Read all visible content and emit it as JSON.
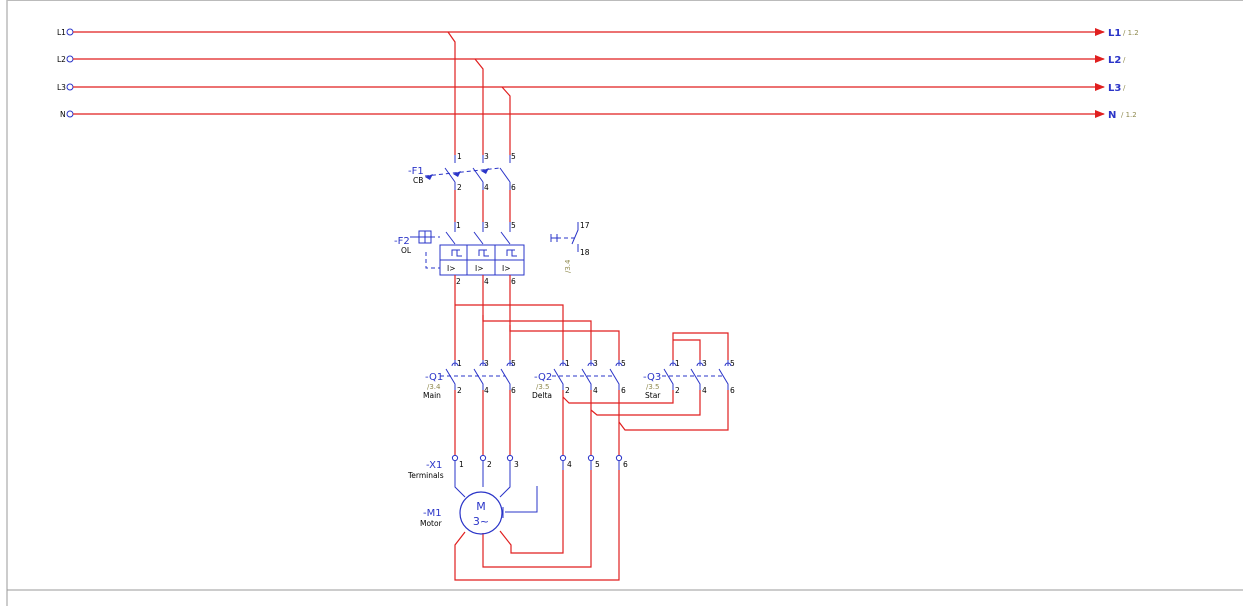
{
  "busbars": [
    {
      "name": "L1",
      "label": "L1",
      "ref": "/ 1.2"
    },
    {
      "name": "L2",
      "label": "L2",
      "ref": "/"
    },
    {
      "name": "L3",
      "label": "L3",
      "ref": "/"
    },
    {
      "name": "N",
      "label": "N",
      "ref": "/ 1.2"
    }
  ],
  "colors": {
    "wire": "#e01f1f",
    "symbol": "#2a34c8",
    "reference": "#8f8a4f"
  },
  "components": {
    "f1": {
      "tag": "-F1",
      "desc": "CB",
      "top": [
        "1",
        "3",
        "5"
      ],
      "bottom": [
        "2",
        "4",
        "6"
      ]
    },
    "f2": {
      "tag": "-F2",
      "desc": "OL",
      "top": [
        "1",
        "3",
        "5"
      ],
      "bottom": [
        "2",
        "4",
        "6"
      ],
      "trip": "I>",
      "aux_top": "17",
      "aux_bottom": "18",
      "aux_ref": "/3.4"
    },
    "q1": {
      "tag": "-Q1",
      "ref": "/3.4",
      "desc": "Main",
      "top": [
        "1",
        "3",
        "5"
      ],
      "bottom": [
        "2",
        "4",
        "6"
      ]
    },
    "q2": {
      "tag": "-Q2",
      "ref": "/3.5",
      "desc": "Delta",
      "top": [
        "1",
        "3",
        "5"
      ],
      "bottom": [
        "2",
        "4",
        "6"
      ]
    },
    "q3": {
      "tag": "-Q3",
      "ref": "/3.5",
      "desc": "Star",
      "top": [
        "1",
        "3",
        "5"
      ],
      "bottom": [
        "2",
        "4",
        "6"
      ]
    },
    "x1": {
      "tag": "-X1",
      "desc": "Terminals",
      "terminals": [
        "1",
        "2",
        "3",
        "4",
        "5",
        "6"
      ]
    },
    "m1": {
      "tag": "-M1",
      "desc": "Motor",
      "line1": "M",
      "line2": "3~"
    }
  }
}
